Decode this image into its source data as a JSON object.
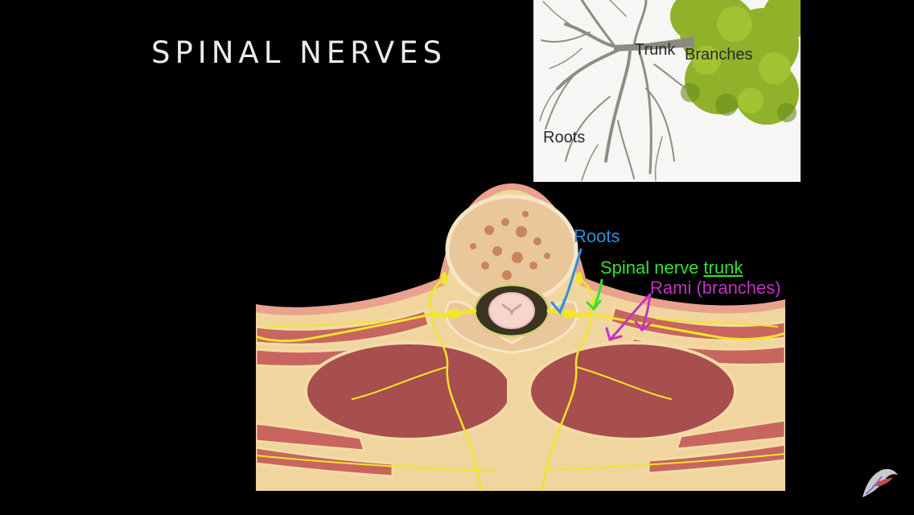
{
  "slide": {
    "title": "SPINAL NERVES"
  },
  "tree_inset": {
    "labels": {
      "trunk": "Trunk",
      "branches": "Branches",
      "roots": "Roots"
    }
  },
  "anatomy": {
    "annotations": {
      "roots": "Roots",
      "trunk_prefix": "Spinal nerve ",
      "trunk_word": "trunk",
      "rami": "Rami (branches)"
    },
    "colors": {
      "roots": "#2e8fd6",
      "trunk": "#33e033",
      "rami": "#c233c2",
      "nerve": "#f2e52a"
    }
  }
}
